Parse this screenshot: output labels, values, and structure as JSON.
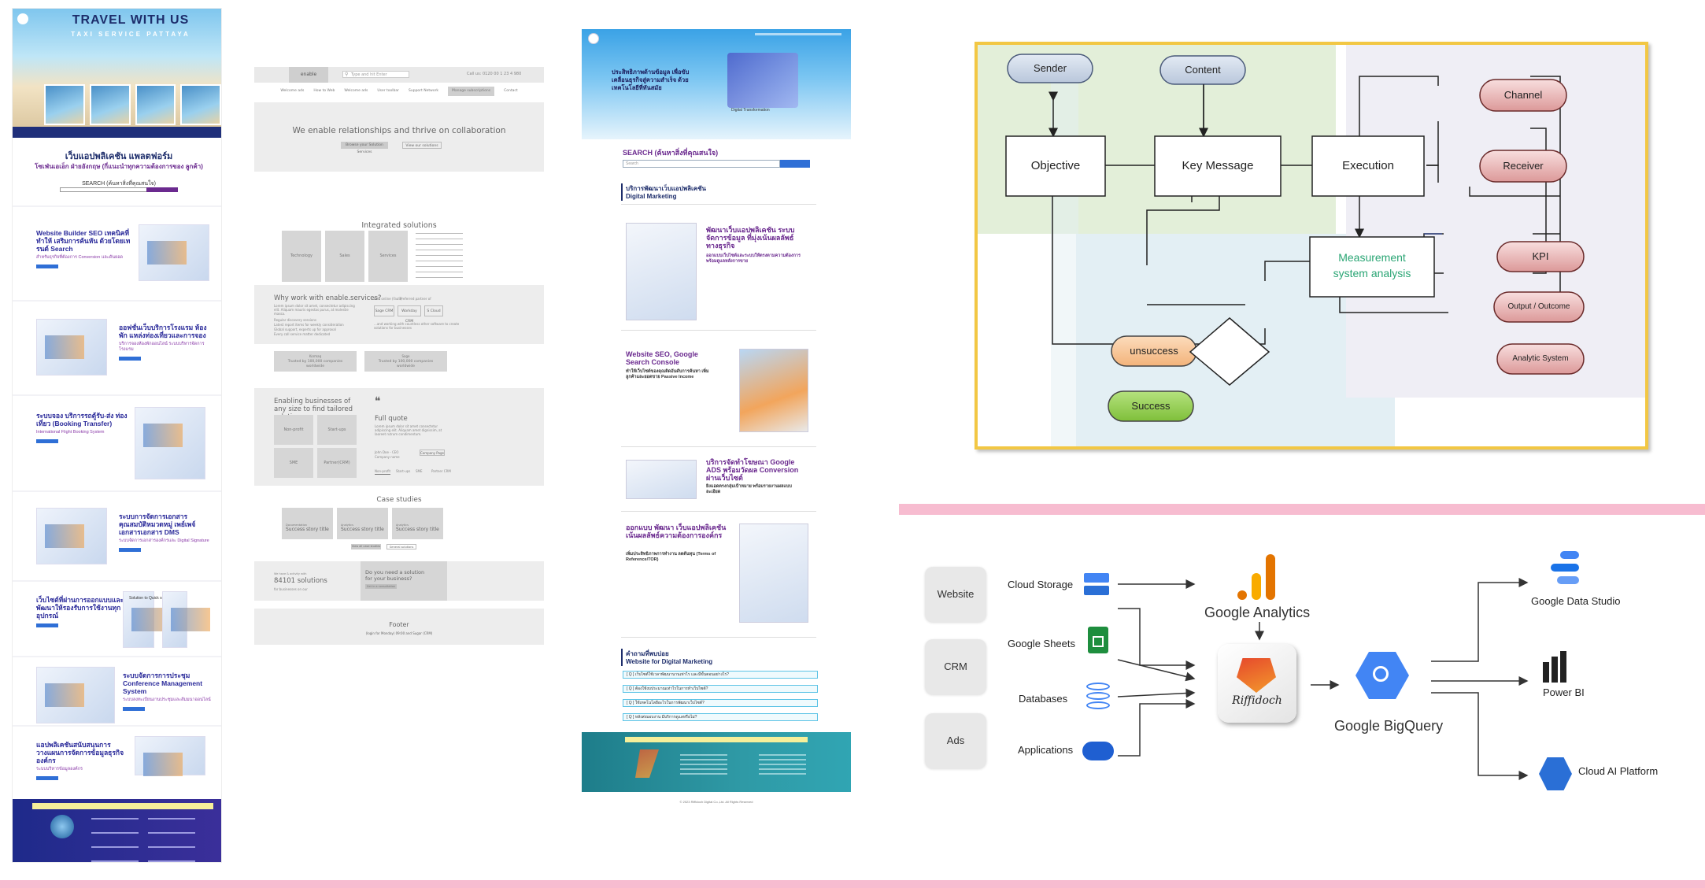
{
  "panel1": {
    "hero_title": "TRAVEL WITH US",
    "hero_subtitle": "TAXI SERVICE PATTAYA",
    "intro_title": "เว็บแอปพลิเคชัน แพลตฟอร์ม",
    "intro_desc": "โซเฟ่นเอเอ็ก ฝ่ายอังกฤษ (กี่แนะนำทุกความต้องการของ ลูกค้า)",
    "search_label": "SEARCH (ค้นหาสิ่งที่คุณสนใจ)",
    "blocks": [
      {
        "title": "Website Builder SEO เทคนิคที่ทำให้ เสริมการค้นหัน ด้วยโดยเทรนด์ Search",
        "desc": "สำหรับธุรกิจที่ต้องการ Conversion และดันยอด"
      },
      {
        "title": "ออฟชั่นเว็บบริการโรงแรม ห้องพัก แหล่งท่องเที่ยวและการจอง",
        "desc": "บริการจองห้องพักออนไลน์ ระบบบริหารจัดการโรงแรม"
      },
      {
        "title": "ระบบจอง บริการรถตู้รับ-ส่ง ท่องเที่ยว (Booking Transfer)",
        "desc": "International Flight Booking System"
      },
      {
        "title": "ระบบการจัดการเอกสาร คุณสมบัติหมวดหมู่ เพย์เพจ์ เอกสารเอกสาร DMS",
        "desc": "ระบบจัดการเอกสารองค์กรและ Digital Signature"
      },
      {
        "title": "เว็บไซต์ที่ผ่านการออกแบบและพัฒนาให้รองรับการใช้งานทุกอุปกรณ์",
        "desc": "Solution to Quick solution"
      },
      {
        "title": "ระบบจัดการการประชุม Conference Management System",
        "desc": "ระบบลงทะเบียนงานประชุมและสัมมนาออนไลน์"
      },
      {
        "title": "แอปพลิเคชันสนับสนุนการวางแผนการจัดการข้อมูลธุรกิจองค์กร",
        "desc": "ระบบบริหารข้อมูลองค์กร"
      }
    ]
  },
  "panel2": {
    "logo": "enable",
    "search_placeholder": "Type and hit Enter",
    "call": "Call us: 0120 00 1 23 4 980",
    "menu": [
      "Welcome ads",
      "How to Web",
      "Welcome ads",
      "User toolbar",
      "Support Network",
      "Manage subscriptions",
      "Contact"
    ],
    "hero_text": "We enable relationships and thrive on collaboration",
    "hero_btn1": "Browse your Solution Services",
    "hero_btn2": "View our solutions",
    "integrated_title": "Integrated solutions",
    "tiles": [
      "Technology",
      "Sales",
      "Services"
    ],
    "why_title": "Why work with enable.services?",
    "why_body": "Lorem ipsum dolor sit amet, consectetur adipiscing elit. Aliquam mauris egestas purus, at molestie massa.",
    "why_points": [
      "Regular discovery sessions",
      "Latest report items for weekly consideration",
      "Global support, experts up for approval",
      "Every call service matter dedicated"
    ],
    "why_right_top": [
      "Bills online (FaaS)",
      "Preferred partner of"
    ],
    "why_tags": [
      "Sage CRM",
      "Workday CRM",
      "S Cloud"
    ],
    "why_right_note": "...and working with countless other software to create solutions for businesses",
    "trusted_1_top": "Kormaq",
    "trusted_1": "Trusted by 100,000 companies worldwide",
    "trusted_2_top": "Sage",
    "trusted_2": "Trusted by 100,000 companies worldwide",
    "enabling_title": "Enabling businesses of any size to find tailored solutions",
    "enabling_tiles": [
      "Non-profit",
      "Start-ups",
      "SME",
      "Partner(CRM)"
    ],
    "quote_title": "Full quote",
    "quote_body": "Lorem ipsum dolor sit amet consectetur adipiscing elit. Aliquam amet dignissim, at laoreet rutrum condimentum.",
    "quote_name": "John Doe - CEO",
    "quote_company": "Company name",
    "quote_btn": "Company Page",
    "quote_tabs": [
      "Non-profit",
      "Start-ups",
      "SME",
      "Partner CRM"
    ],
    "case_title": "Case studies",
    "cases": [
      {
        "tag": "Documentation",
        "title": "Success story title"
      },
      {
        "tag": "Analytics",
        "title": "Success story title"
      },
      {
        "tag": "Analytics",
        "title": "Success story title"
      }
    ],
    "case_btn1": "View all case studies",
    "case_btn2": "General solutions",
    "count_label": "We have & activity with",
    "count": "84101 solutions",
    "count_sub": "for businesses on our",
    "cta_title": "Do you need a solution for your business?",
    "cta_btn": "Get in a consultation",
    "footer_title": "Footer",
    "footer_sub": "(login for Monday) 09:00 and Sugar (CRM)"
  },
  "panel3": {
    "hero_text": "ประสิทธิภาพด้านข้อมูล เพื่อขับเคลื่อนธุรกิจสู่ความสำเร็จ ด้วยเทคโนโลยีที่ทันสมัย",
    "hero_caption": "Digital Transformation",
    "search_title": "SEARCH (ค้นหาสิ่งที่คุณสนใจ)",
    "search_placeholder": "Search",
    "section_title_th": "บริการพัฒนาเว็บแอปพลิเคชัน",
    "section_title_en": "Digital Marketing",
    "services": [
      {
        "title": "พัฒนาเว็บแอปพลิเคชัน ระบบจัดการข้อมูล ที่มุ่งเน้นผลลัพธ์ทางธุรกิจ",
        "desc": "ออกแบบเว็บไซต์และระบบให้ตรงตามความต้องการ พร้อมดูแลหลังการขาย"
      },
      {
        "title": "Website SEO, Google Search Console",
        "desc": "ทำให้เว็บไซต์ของคุณติดอันดับการค้นหา เพิ่มลูกค้าและยอดขาย Passive Income"
      },
      {
        "title": "บริการจัดทำโฆษณา Google ADS พร้อมวัดผล Conversion ผ่านเว็บไซต์",
        "desc": "ยิงแอดตรงกลุ่มเป้าหมาย พร้อมรายงานผลแบบละเอียด"
      },
      {
        "title": "ออกแบบ พัฒนา เว็บแอปพลิเคชัน เน้นผลลัพธ์ความต้องการองค์กร",
        "desc": "เพิ่มประสิทธิภาพการทำงาน ลดต้นทุน (Terms of Reference/TOR)"
      }
    ],
    "faq_title_th": "คำถามที่พบบ่อย",
    "faq_title_en": "Website for Digital Marketing",
    "faq": [
      "[ Q ] เว็บไซต์ใช้เวลาพัฒนานานเท่าไร และมีขั้นตอนอย่างไร?",
      "[ Q ] ต้องใช้งบประมาณเท่าไรในการทำเว็บไซต์?",
      "[ Q ] ใช้เทคโนโลยีอะไรในการพัฒนาเว็บไซต์?",
      "[ Q ] หลังส่งมอบงาน มีบริการดูแลหรือไม่?"
    ],
    "footer_copy": "© 2023 Riffidoch Digital Co.,Ltd. All Rights Reserved"
  },
  "flow": {
    "nodes": {
      "sender": "Sender",
      "content": "Content",
      "objective": "Objective",
      "key_message": "Key Message",
      "execution": "Execution",
      "channel": "Channel",
      "receiver": "Receiver",
      "kpi": "KPI",
      "measurement_1": "Measurement",
      "measurement_2": "system analysis",
      "output": "Output / Outcome",
      "analytic": "Analytic System",
      "unsuccess": "unsuccess",
      "success": "Success"
    },
    "colors": {
      "border": "#f2c744",
      "green_zone": "#e3efd9",
      "blue_zone": "#e3eff4",
      "lavender_zone": "#efeef5",
      "grey_pill": "#cfd8e6",
      "red_pill": "#eebbbb",
      "orange_pill": "#f8c79c",
      "green_pill": "#92d050",
      "measurement_text": "#2aa574"
    }
  },
  "pipeline": {
    "sources": [
      "Website",
      "CRM",
      "Ads"
    ],
    "inputs": [
      "Cloud Storage",
      "Google Sheets",
      "Databases",
      "Applications"
    ],
    "analytics": "Google Analytics",
    "hub_logo": "Riffidoch",
    "bigquery": "Google BigQuery",
    "outputs": [
      "Google Data Studio",
      "Power BI",
      "Cloud AI Platform"
    ]
  }
}
